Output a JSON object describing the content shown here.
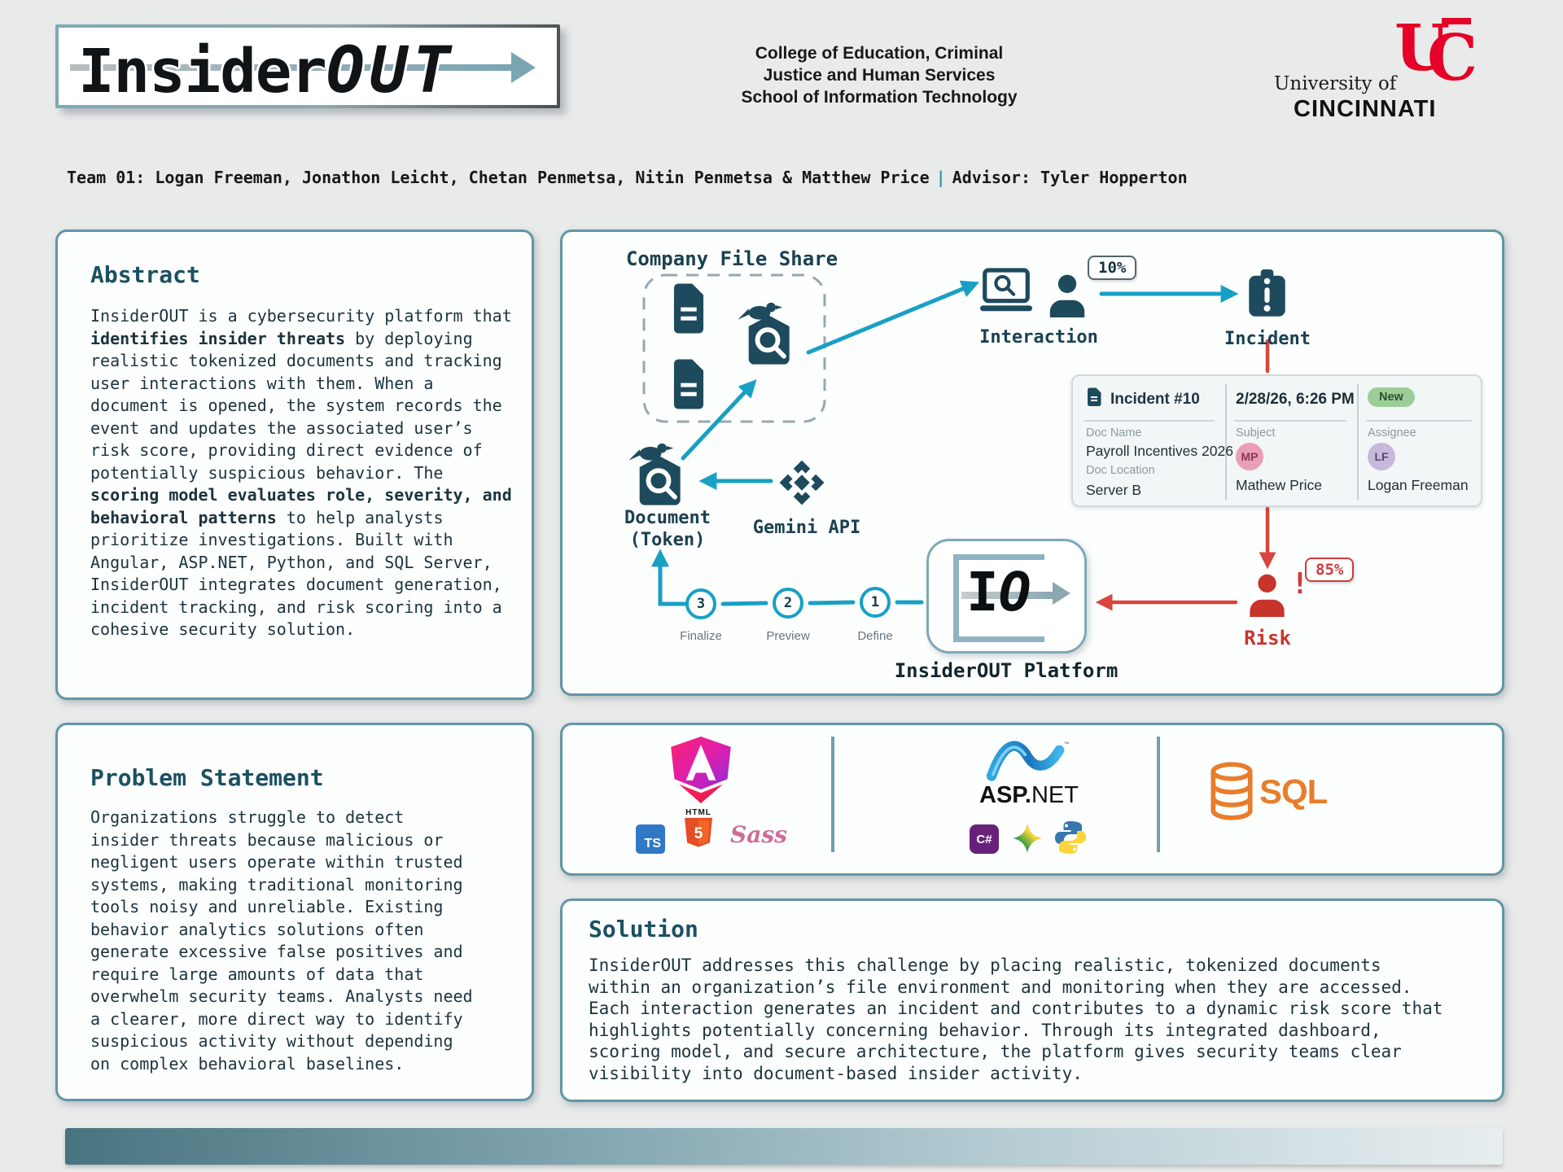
{
  "header": {
    "logo": {
      "part1": "Insider",
      "part2": "OUT"
    },
    "college": [
      "College of Education, Criminal",
      "Justice and Human Services",
      "School of Information Technology"
    ],
    "university": {
      "monogram_u": "U",
      "monogram_c": "C",
      "line1": "University of",
      "line2": "CINCINNATI"
    }
  },
  "team_bar": {
    "team": "Team 01: Logan Freeman, Jonathon Leicht, Chetan Penmetsa, Nitin Penmetsa & Matthew Price",
    "separator": "|",
    "advisor": "Advisor: Tyler Hopperton"
  },
  "abstract": {
    "title": "Abstract",
    "seg1": "InsiderOUT is a cybersecurity platform that ",
    "seg2_bold": "identifies insider threats",
    "seg3": " by deploying realistic tokenized documents and tracking user interactions with them. When a document is opened, the system records the event and updates the associated user’s risk score, providing direct evidence of potentially suspicious behavior. The ",
    "seg4_bold": "scoring model evaluates role, severity, and behavioral patterns",
    "seg5": " to help analysts prioritize investigations. Built with Angular, ASP.NET, Python, and SQL Server, InsiderOUT integrates document generation, incident tracking, and risk scoring into a cohesive security solution."
  },
  "problem": {
    "title": "Problem Statement",
    "lines": [
      "Organizations struggle to detect",
      "insider threats because malicious or",
      "negligent users operate within trusted",
      "systems, making traditional monitoring",
      "tools noisy and unreliable. Existing",
      "behavior analytics solutions often",
      "generate excessive false positives and",
      "require large amounts of data that",
      "overwhelm security teams. Analysts need",
      "a clearer, more direct way to identify",
      "suspicious activity without depending",
      "on complex behavioral baselines."
    ]
  },
  "solution": {
    "title": "Solution",
    "lines": [
      "InsiderOUT addresses this challenge by placing realistic, tokenized documents",
      "within an organization’s file environment and monitoring when they are accessed.",
      "Each interaction generates an incident and contributes to a dynamic risk score that",
      "highlights potentially concerning behavior. Through its integrated dashboard,",
      "scoring model, and secure architecture, the platform gives security teams clear",
      "visibility into document-based insider activity."
    ]
  },
  "diagram": {
    "file_share_label": "Company File Share",
    "interaction_label": "Interaction",
    "interaction_badge": "10%",
    "incident_label": "Incident",
    "document_label_line1": "Document",
    "document_label_line2": "(Token)",
    "gemini_label": "Gemini API",
    "platform_label": "InsiderOUT Platform",
    "platform_logo_i": "I",
    "platform_logo_o": "O",
    "risk_label": "Risk",
    "risk_exclaim": "!",
    "risk_badge": "85%",
    "steps": [
      {
        "num": "3",
        "label": "Finalize"
      },
      {
        "num": "2",
        "label": "Preview"
      },
      {
        "num": "1",
        "label": "Define"
      }
    ],
    "incident_card": {
      "title": "Incident #10",
      "datetime": "2/28/26, 6:26 PM",
      "status": "New",
      "doc_name_label": "Doc Name",
      "doc_name": "Payroll Incentives 2026",
      "doc_location_label": "Doc Location",
      "doc_location": "Server B",
      "subject_label": "Subject",
      "subject_initials": "MP",
      "subject_name": "Mathew Price",
      "assignee_label": "Assignee",
      "assignee_initials": "LF",
      "assignee_name": "Logan Freeman"
    }
  },
  "tech": {
    "groups": [
      {
        "name": "frontend",
        "items": [
          "angular",
          "typescript",
          "html5",
          "sass"
        ]
      },
      {
        "name": "backend",
        "items": [
          "aspnet",
          "csharp",
          "gemini",
          "python"
        ]
      },
      {
        "name": "database",
        "items": [
          "sql-server"
        ]
      }
    ],
    "typescript_label": "TS",
    "html_word": "HTML",
    "html_five": "5",
    "sass_label": "Sass",
    "aspnet_bold": "ASP.",
    "aspnet_rest": "NET",
    "csharp_label": "C#",
    "sql_label": "SQL"
  },
  "colors": {
    "accent_teal": "#18a0c4",
    "dark_icon_teal": "#1d4a5c",
    "heading_teal": "#1b5062",
    "risk_red": "#c8342a",
    "arrow_red": "#d8453e",
    "status_new_bg": "#9bce96",
    "subject_avatar_bg": "#e9a0b6",
    "assignee_avatar_bg": "#c8b9da",
    "panel_border": "#6096a6",
    "uc_red": "#e50127",
    "sql_orange": "#e87d2b"
  }
}
